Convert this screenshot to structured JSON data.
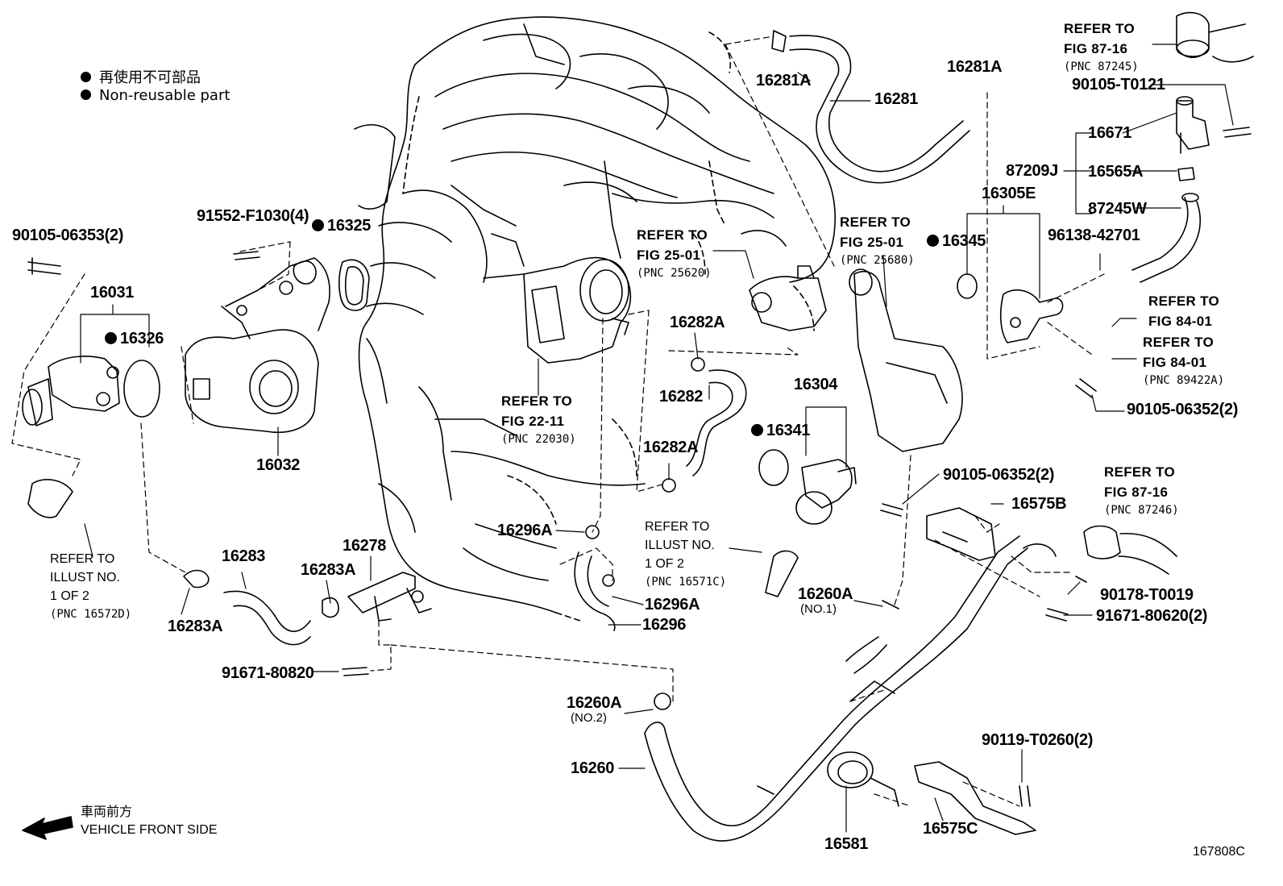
{
  "legend": {
    "jp": "再使用不可部品",
    "en": "Non-reusable part"
  },
  "front": {
    "jp": "車両前方",
    "en": "VEHICLE FRONT SIDE"
  },
  "figure_id": "167808C",
  "parts": {
    "p16281A_a": "16281A",
    "p16281": "16281",
    "p16281A_b": "16281A",
    "p87209J": "87209J",
    "p16671": "16671",
    "p16565A": "16565A",
    "p87245W": "87245W",
    "p16305E": "16305E",
    "p16345": "16345",
    "p96138": "96138-42701",
    "p90105_T0121": "90105-T0121",
    "p90105_06353": "90105-06353(2)",
    "p91552": "91552-F1030(4)",
    "p16325": "16325",
    "p16031": "16031",
    "p16326": "16326",
    "p16032": "16032",
    "p16282A_a": "16282A",
    "p16282": "16282",
    "p16282A_b": "16282A",
    "p16304": "16304",
    "p16341": "16341",
    "p90105_06352_a": "90105-06352(2)",
    "p90105_06352_b": "90105-06352(2)",
    "p16575B": "16575B",
    "p16296A_a": "16296A",
    "p16296A_b": "16296A",
    "p16296": "16296",
    "p16283": "16283",
    "p16283A_a": "16283A",
    "p16283A_b": "16283A",
    "p16278": "16278",
    "p91671_80820": "91671-80820",
    "p16260A_1": "16260A",
    "p16260A_2": "16260A",
    "p16260": "16260",
    "p90178": "90178-T0019",
    "p91671_80620": "91671-80620(2)",
    "p90119": "90119-T0260(2)",
    "p16581": "16581",
    "p16575C": "16575C"
  },
  "notes": {
    "no1": "(NO.1)",
    "no2": "(NO.2)"
  },
  "refs": {
    "fig8716_a": {
      "l1": "REFER TO",
      "l2": "FIG 87-16",
      "l3": "(PNC 87245)"
    },
    "fig2501_a": {
      "l1": "REFER TO",
      "l2": "FIG 25-01",
      "l3": "(PNC 25620)"
    },
    "fig2501_b": {
      "l1": "REFER TO",
      "l2": "FIG 25-01",
      "l3": "(PNC 25680)"
    },
    "fig8401_a": {
      "l1": "REFER TO",
      "l2": "FIG 84-01"
    },
    "fig8401_b": {
      "l1": "REFER TO",
      "l2": "FIG 84-01",
      "l3": "(PNC 89422A)"
    },
    "fig2211": {
      "l1": "REFER TO",
      "l2": "FIG 22-11",
      "l3": "(PNC 22030)"
    },
    "fig8716_b": {
      "l1": "REFER TO",
      "l2": "FIG 87-16",
      "l3": "(PNC 87246)"
    },
    "illust_a": {
      "l1": "REFER TO",
      "l2": "ILLUST NO.",
      "l3": "1 OF 2",
      "l4": "(PNC 16572D)"
    },
    "illust_b": {
      "l1": "REFER TO",
      "l2": "ILLUST NO.",
      "l3": "1 OF 2",
      "l4": "(PNC 16571C)"
    }
  }
}
